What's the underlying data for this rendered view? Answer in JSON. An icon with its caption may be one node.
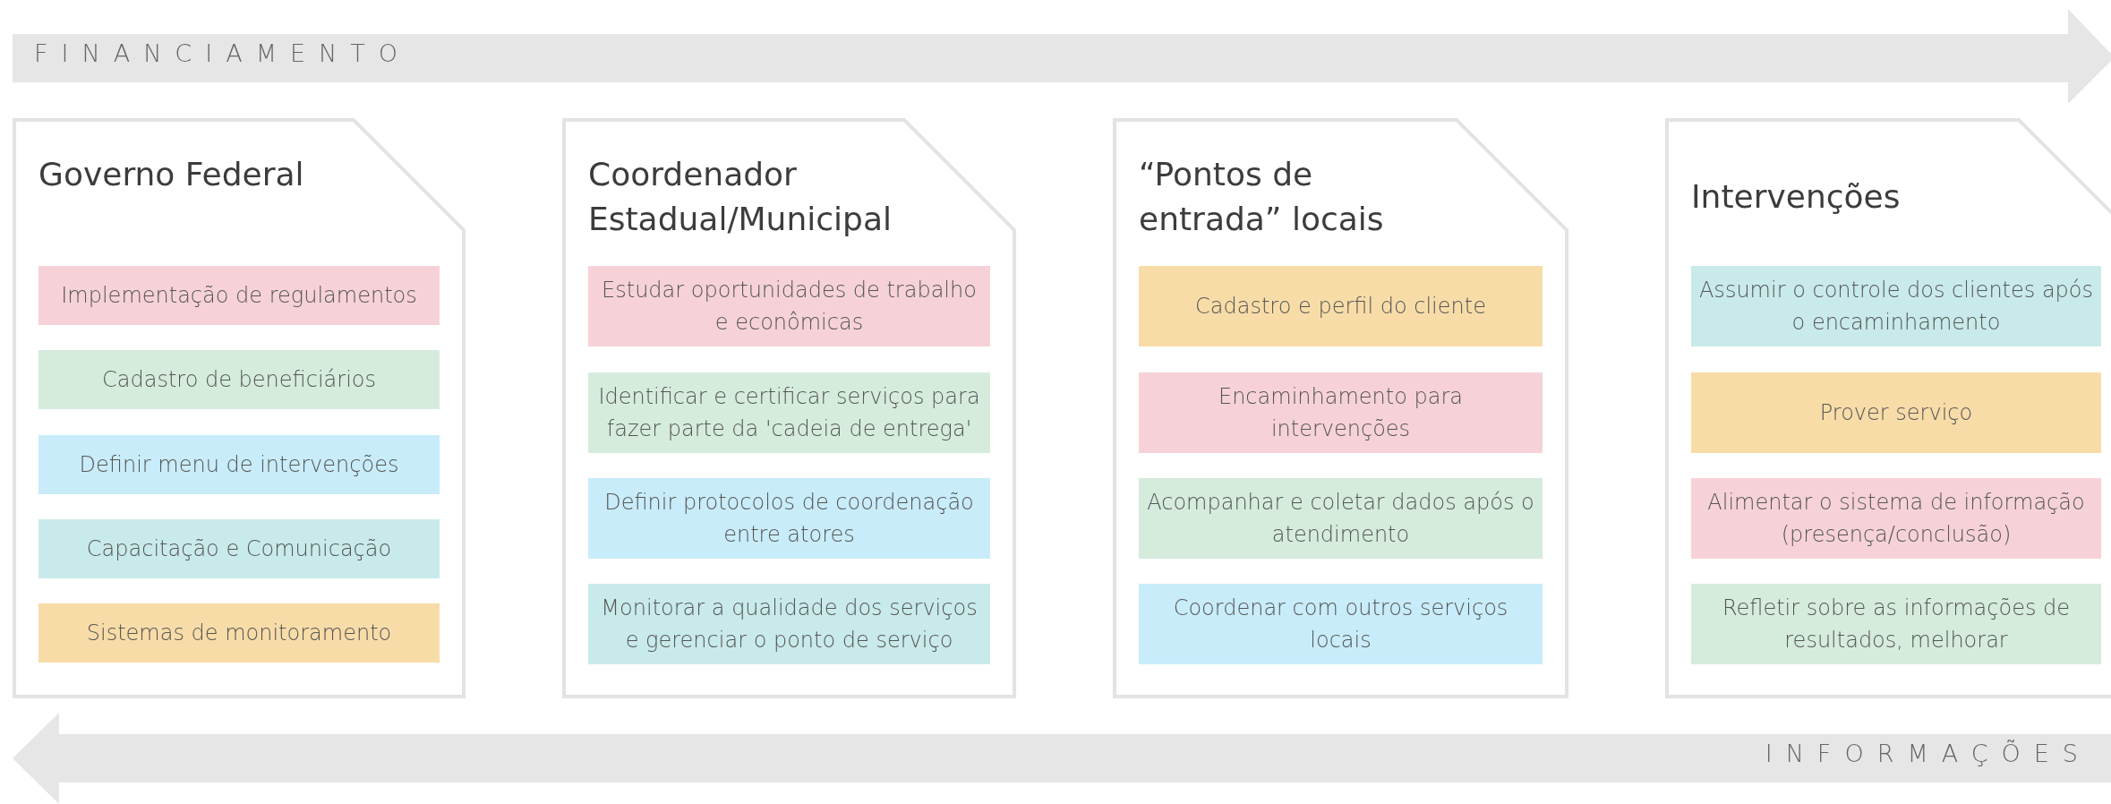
{
  "diagram": {
    "nodes": [
      {
        "text": [
          "Governo Federal"
        ]
      },
      {
        "text": [
          "Implementação de regulamentos"
        ],
        "in": 0
      },
      {
        "text": [
          "Cadastro de beneficiários"
        ],
        "in": 0
      },
      {
        "text": [
          "Definir menu de intervenções"
        ],
        "in": 0
      },
      {
        "text": [
          "Capacitação e Comunicação"
        ],
        "in": 0
      },
      {
        "text": [
          "Sistemas de monitoramento"
        ],
        "in": 0
      },
      {
        "text": [
          "Coordenador Estadual/Municipal"
        ]
      },
      {
        "text": [
          "Estudar oportunidades de trabalho e econômicas"
        ],
        "in": 6
      },
      {
        "text": [
          "Identificar e certificar serviços para fazer parte da 'cadeia de entrega'"
        ],
        "in": 6
      },
      {
        "text": [
          "Definir protocolos de coordenação entre atores"
        ],
        "in": 6
      },
      {
        "text": [
          "Monitorar a qualidade dos serviços e gerenciar o ponto de serviço"
        ],
        "in": 6
      },
      {
        "text": [
          "“Pontos de entrada” locais"
        ]
      },
      {
        "text": [
          "Cadastro e perfil do cliente"
        ],
        "in": 11
      },
      {
        "text": [
          "Encaminhamento para intervenções"
        ],
        "in": 11
      },
      {
        "text": [
          "Acompanhar e coletar dados após o atendimento"
        ],
        "in": 11
      },
      {
        "text": [
          "Coordenar com outros serviços locais"
        ],
        "in": 11
      },
      {
        "text": [
          "Intervenções"
        ]
      },
      {
        "text": [
          "Assumir o controle dos clientes após o encaminhamento"
        ],
        "in": 16
      },
      {
        "text": [
          "Prover serviço"
        ],
        "in": 16
      },
      {
        "text": [
          "Alimentar o sistema de informação (presença/conclusão)"
        ],
        "in": 16
      },
      {
        "text": [
          "Refletir sobre as informações de resultados, melhorar"
        ],
        "in": 16
      }
    ],
    "labels": [
      "FINANCIAMENTO",
      "INFORMAÇÕES"
    ]
  }
}
